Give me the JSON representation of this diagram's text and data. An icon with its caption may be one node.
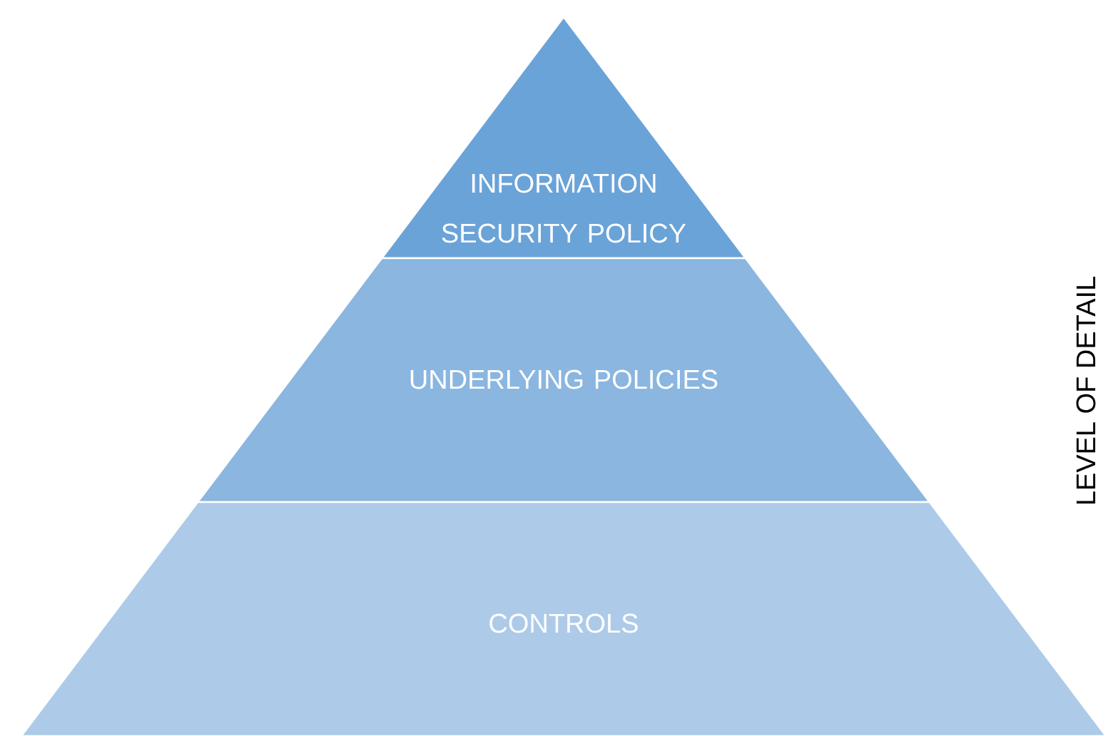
{
  "diagram": {
    "nodes": [
      {
        "text": [
          "INFORMATION SECURITY POLICY"
        ]
      },
      {
        "text": [
          "UNDERLYING POLICIES"
        ]
      },
      {
        "text": [
          "CONTROLS"
        ]
      }
    ],
    "labels": [
      "LEVEL OF DETAIL"
    ]
  }
}
